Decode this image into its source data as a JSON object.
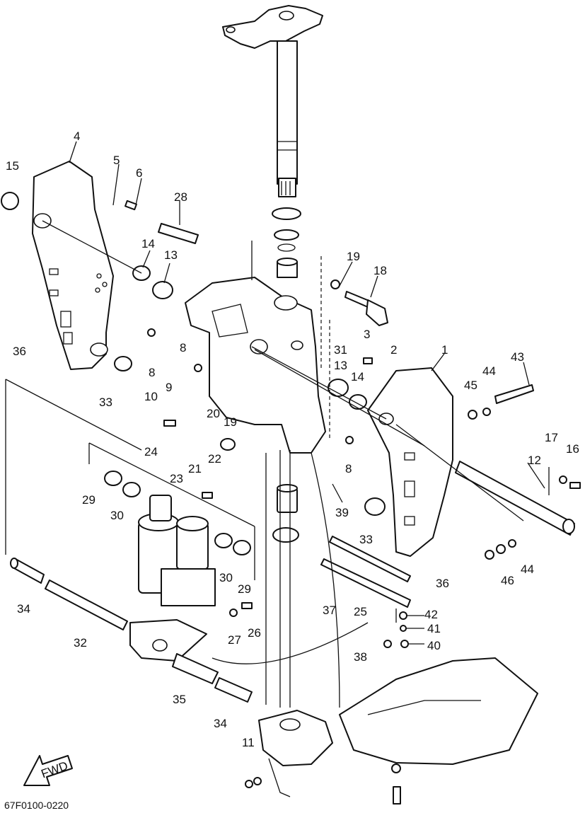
{
  "diagram_code": "67F0100-0220",
  "fwd_label": "FWD",
  "callouts": [
    "1",
    "2",
    "3",
    "4",
    "5",
    "6",
    "8",
    "8",
    "8",
    "9",
    "10",
    "11",
    "12",
    "13",
    "13",
    "14",
    "14",
    "15",
    "16",
    "17",
    "18",
    "19",
    "19",
    "20",
    "21",
    "22",
    "23",
    "24",
    "25",
    "26",
    "27",
    "28",
    "29",
    "29",
    "30",
    "30",
    "31",
    "32",
    "33",
    "33",
    "34",
    "34",
    "35",
    "36",
    "36",
    "37",
    "38",
    "39",
    "40",
    "41",
    "42",
    "43",
    "44",
    "44",
    "45",
    "46"
  ]
}
